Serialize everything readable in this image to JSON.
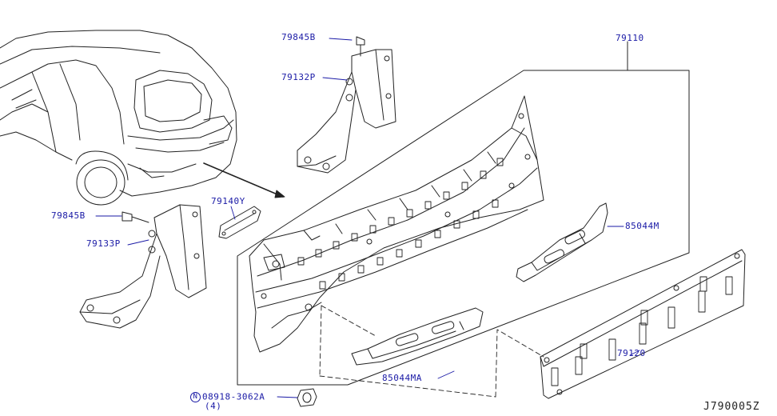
{
  "labels": {
    "p79845b_top": "79845B",
    "p79132p": "79132P",
    "p79110": "79110",
    "p79140y": "79140Y",
    "p79845b_left": "79845B",
    "p79133p": "79133P",
    "p85044m": "85044M",
    "p85044ma": "85044MA",
    "p79120": "79120",
    "nut_symbol": "N",
    "nut_part": "08918-3062A",
    "nut_qty": "(4)",
    "diagram_code": "J790005Z"
  },
  "colors": {
    "label_blue": "#1a1aa6",
    "line_black": "#222222"
  }
}
